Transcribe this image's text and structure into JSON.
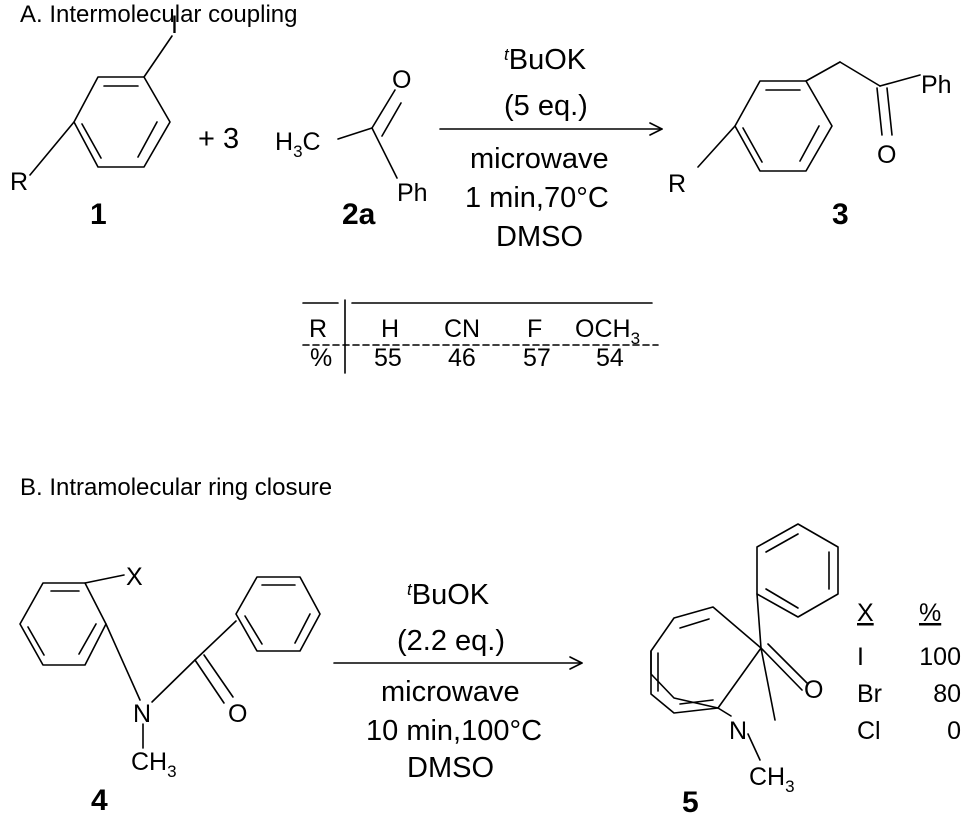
{
  "section_a": {
    "title": "A. Intermolecular coupling",
    "aryl_label": "1",
    "substituent": "R",
    "iodo": "I",
    "plus": "+ 3",
    "methyl_group": "H",
    "methyl_subscript": "3",
    "methyl_carbon": "C",
    "ketone_oxygen": "O",
    "phenyl": "Ph",
    "ketone_label": "2a",
    "conditions": {
      "base_prefix": "t",
      "base": "BuOK",
      "equivalents": "(5 eq.)",
      "activation": "microwave",
      "time_temp": "1 min,70°C",
      "solvent": "DMSO"
    },
    "product_label": "3",
    "product_phenyl": "Ph",
    "product_oxygen": "O",
    "product_substituent": "R",
    "table": {
      "row_header": "R",
      "row_header_2": "%",
      "columns": [
        "H",
        "CN",
        "F",
        "OCH"
      ],
      "last_subscript": "3",
      "yields": [
        "55",
        "46",
        "57",
        "54"
      ]
    }
  },
  "section_b": {
    "title": "B. Intramolecular ring closure",
    "halogen": "X",
    "nitrogen": "N",
    "oxygen": "O",
    "methyl": "CH",
    "methyl_subscript": "3",
    "amide_label": "4",
    "conditions": {
      "base_prefix": "t",
      "base": "BuOK",
      "equivalents": "(2.2 eq.)",
      "activation": "microwave",
      "time_temp": "10 min,100°C",
      "solvent": "DMSO"
    },
    "product_label": "5",
    "product_oxygen": "O",
    "product_nitrogen": "N",
    "product_methyl": "CH",
    "product_methyl_subscript": "3",
    "yield_table": {
      "header_x": "X",
      "header_pct": "%",
      "rows": [
        {
          "x": "I",
          "pct": "100"
        },
        {
          "x": "Br",
          "pct": "80"
        },
        {
          "x": "Cl",
          "pct": "0"
        }
      ]
    }
  }
}
